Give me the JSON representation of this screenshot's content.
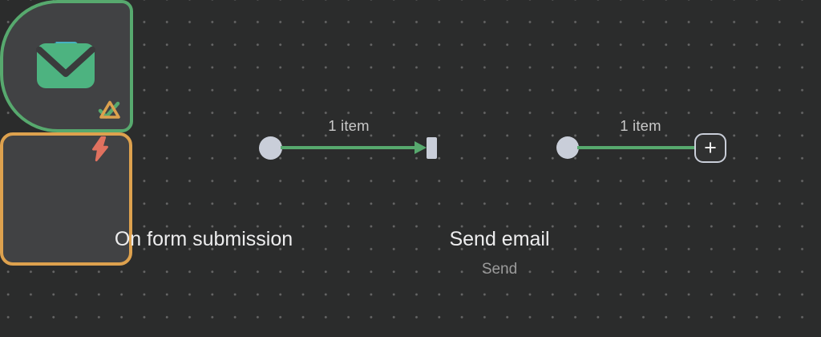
{
  "canvas": {
    "background": "#2b2c2c",
    "dot_color": "#666666"
  },
  "colors": {
    "canvas-bg": "#2b2c2c",
    "dot": "#666666",
    "node-fill": "#414244",
    "green": "#57a96e",
    "orange": "#dda14e",
    "teal": "#46b1c1",
    "teal-dark": "#2e8a97",
    "coral": "#e0715f",
    "envelope-green": "#4db380",
    "icon-dark": "#3a3b3c",
    "connector": "#c9ced9",
    "title": "#ededee",
    "subtitle": "#9b9b9b",
    "label": "#c9c9c9"
  },
  "nodes": {
    "trigger": {
      "title": "On form submission",
      "icon": "form-pencil-icon",
      "status": "success-check"
    },
    "email": {
      "title": "Send email",
      "subtitle": "Send",
      "icon": "envelope-icon",
      "status": "warning-triangle"
    }
  },
  "connections": {
    "first": {
      "label": "1 item"
    },
    "second": {
      "label": "1 item"
    }
  },
  "add_button": {
    "label": "+"
  }
}
